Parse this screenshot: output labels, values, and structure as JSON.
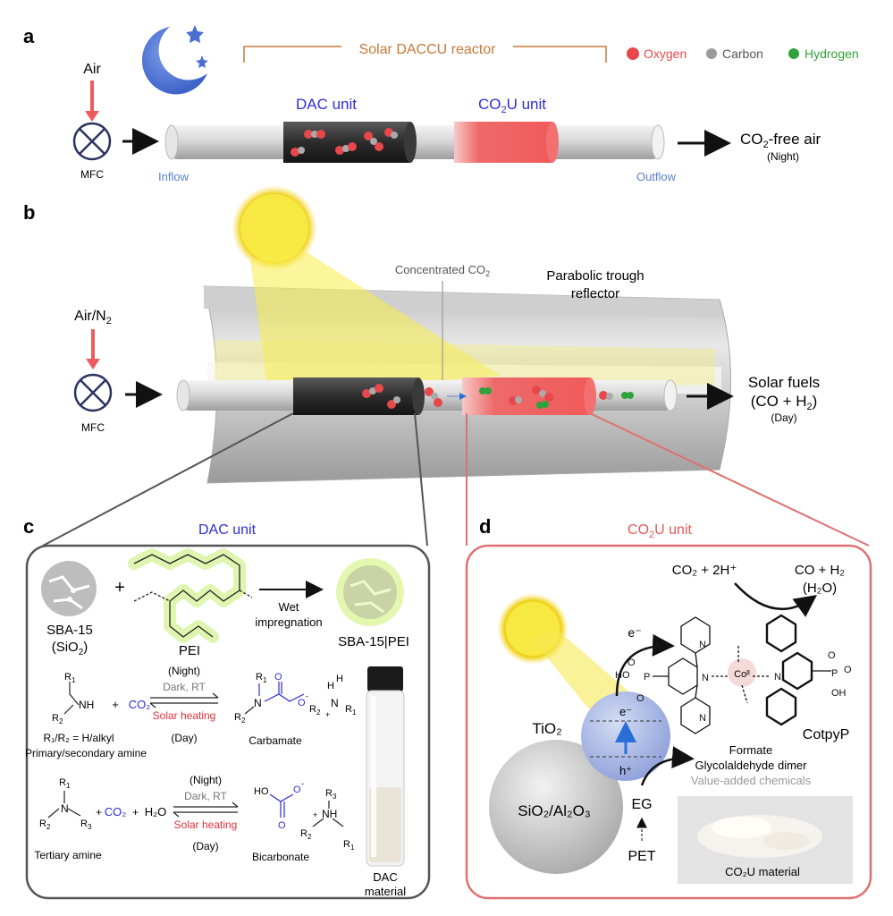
{
  "colors": {
    "oxygen": "#e8474c",
    "carbon": "#9a9a9a",
    "hydrogen": "#2fa23a",
    "reactor_bracket": "#c9783a",
    "dac_blue": "#2d2dd6",
    "co2u_red": "#e05a5a",
    "label_blue": "#5a7fc8",
    "frame_dark": "#555555",
    "frame_red": "#e07070"
  },
  "panel_a": {
    "letter": "a",
    "reactor_title": "Solar DACCU reactor",
    "legend": [
      "Oxygen",
      "Carbon",
      "Hydrogen"
    ],
    "air": "Air",
    "mfc": "MFC",
    "dac_unit": "DAC unit",
    "co2u_pre": "CO",
    "co2u_sub": "2",
    "co2u_post": "U unit",
    "inflow": "Inflow",
    "outflow": "Outflow",
    "out_pre": "CO",
    "out_sub": "2",
    "out_post": "-free air",
    "out_time": "(Night)"
  },
  "panel_b": {
    "letter": "b",
    "conc_pre": "Concentrated CO",
    "conc_sub": "2",
    "reflector_1": "Parabolic trough",
    "reflector_2": "reflector",
    "air_pre": "Air/N",
    "air_sub": "2",
    "mfc": "MFC",
    "fuels_1": "Solar fuels",
    "fuels_2_pre": "(CO + H",
    "fuels_2_sub": "2",
    "fuels_2_post": ")",
    "fuels_time": "(Day)"
  },
  "panel_c": {
    "letter": "c",
    "title": "DAC unit",
    "sba_name": "SBA-15",
    "sba_formula_pre": "(SiO",
    "sba_formula_sub": "2",
    "sba_formula_post": ")",
    "plus": "+",
    "pei": "PEI",
    "wet_1": "Wet",
    "wet_2": "impregnation",
    "product": "SBA-15|PEI",
    "night": "(Night)",
    "dark": "Dark, RT",
    "solar": "Solar heating",
    "day": "(Day)",
    "r_note": "R₁/R₂ = H/alkyl",
    "amine_1": "Primary/secondary amine",
    "carbamate": "Carbamate",
    "amine_2": "Tertiary amine",
    "bicarbonate": "Bicarbonate",
    "co2": "CO₂",
    "h2o": "H₂O",
    "material_1": "DAC",
    "material_2": "material"
  },
  "panel_d": {
    "letter": "d",
    "title_pre": "CO",
    "title_sub": "2",
    "title_post": "U unit",
    "rx_left": "CO₂ + 2H⁺",
    "rx_right_1": "CO + H₂",
    "rx_right_2": "(H₂O)",
    "electron": "e⁻",
    "hole": "h⁺",
    "tio2": "TiO₂",
    "support": "SiO₂/Al₂O₃",
    "catalyst": "CotpyP",
    "cobalt": "Coᴵᴵ",
    "formate": "Formate",
    "glyco": "Glycolaldehyde dimer",
    "value_added": "Value-added chemicals",
    "eg": "EG",
    "pet": "PET",
    "material": "CO₂U material"
  }
}
